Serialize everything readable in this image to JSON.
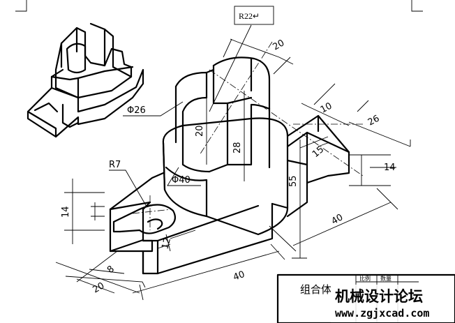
{
  "callout": {
    "text": "R22↵"
  },
  "dimensions": {
    "d20_top": "20",
    "d10": "10",
    "d26": "26",
    "d15": "15",
    "d14_right": "14",
    "d20_cyl": "20",
    "d28": "28",
    "d55": "55",
    "phi26": "Φ26",
    "phi40": "Φ40",
    "r7": "R7",
    "d14_left": "14",
    "d12": "12",
    "d8": "8",
    "d20_bottom": "20",
    "d40_right": "40",
    "d40_bottom": "40"
  },
  "title_block": {
    "name": "组合体",
    "col1": "比例",
    "col2": "数量"
  },
  "watermark": {
    "title": "机械设计论坛",
    "url": "www.zgjxcad.com"
  }
}
